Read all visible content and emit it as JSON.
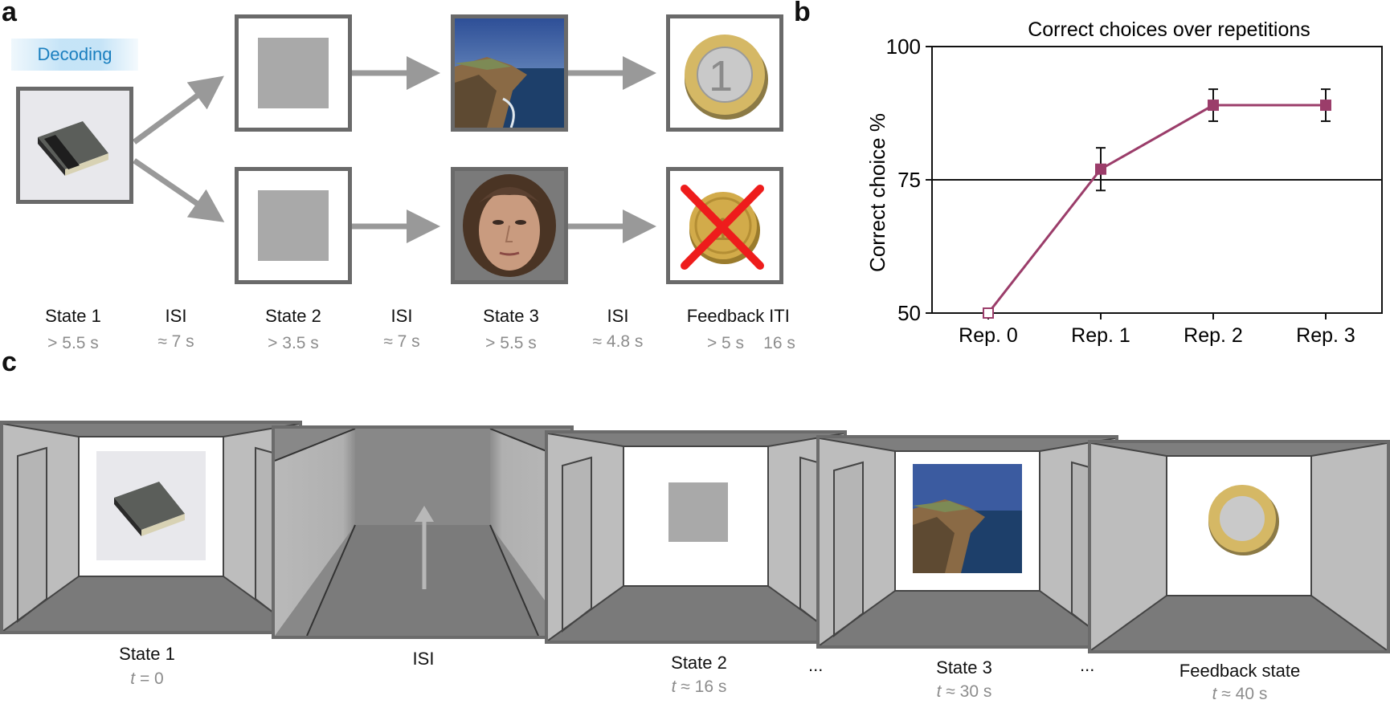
{
  "panels": {
    "a": "a",
    "b": "b",
    "c": "c"
  },
  "panel_a": {
    "decoding_label": "Decoding",
    "timeline": [
      {
        "label": "State 1",
        "duration": "> 5.5 s"
      },
      {
        "label": "ISI",
        "duration": "≈ 7 s"
      },
      {
        "label": "State 2",
        "duration": "> 3.5 s"
      },
      {
        "label": "ISI",
        "duration": "≈ 7 s"
      },
      {
        "label": "State 3",
        "duration": "> 5.5 s"
      },
      {
        "label": "ISI",
        "duration": "≈ 4.8 s"
      },
      {
        "label": "Feedback",
        "duration": "> 5 s"
      },
      {
        "label": "ITI",
        "duration": "16 s"
      }
    ],
    "coin_text": "1",
    "coin_text_2": "1"
  },
  "chart_data": {
    "type": "line",
    "title": "Correct choices over repetitions",
    "xlabel": "",
    "ylabel": "Correct choice %",
    "categories": [
      "Rep. 0",
      "Rep. 1",
      "Rep. 2",
      "Rep. 3"
    ],
    "yticks": [
      50,
      75,
      100
    ],
    "ylim": [
      50,
      100
    ],
    "reference_line": 75,
    "series": [
      {
        "values": [
          50,
          77,
          89,
          89
        ],
        "errors": [
          0,
          4,
          3,
          3
        ],
        "color": "#9b3d6a"
      }
    ],
    "grid": false
  },
  "panel_c": {
    "rooms": [
      {
        "label": "State 1",
        "time_var": "t",
        "time_rel": " = 0"
      },
      {
        "label": "ISI",
        "time_var": "",
        "time_rel": ""
      },
      {
        "label": "State 2",
        "time_var": "t",
        "time_rel": " ≈ 16 s"
      },
      {
        "label": "State 3",
        "time_var": "t",
        "time_rel": " ≈ 30 s"
      },
      {
        "label": "Feedback state",
        "time_var": "t",
        "time_rel": " ≈ 40 s"
      }
    ],
    "ellipsis": "..."
  },
  "colors": {
    "frame": "#6a6a6a",
    "arrow": "#999999",
    "line": "#9b3d6a",
    "decoding": "#1a7fbf"
  }
}
